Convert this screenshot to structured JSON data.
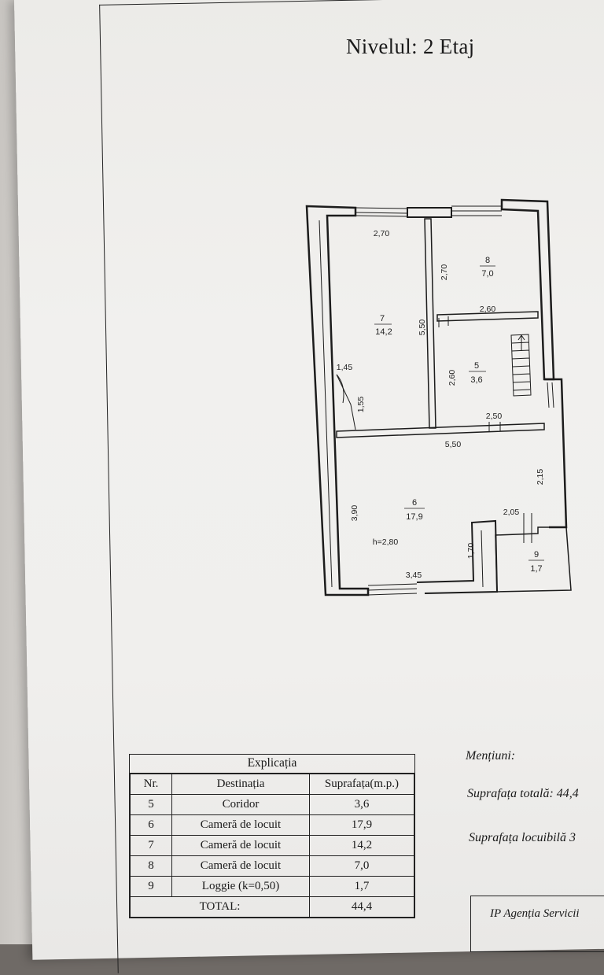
{
  "page": {
    "title": "Nivelul: 2 Etaj"
  },
  "plan": {
    "rooms": [
      {
        "nr": "7",
        "area": "14,2"
      },
      {
        "nr": "8",
        "area": "7,0"
      },
      {
        "nr": "5",
        "area": "3,6"
      },
      {
        "nr": "6",
        "area": "17,9"
      },
      {
        "nr": "9",
        "area": "1,7"
      }
    ],
    "dimensions": {
      "d_270_top": "2,70",
      "d_270_vert": "2,70",
      "d_260_horiz": "2,60",
      "d_550_vert": "5,50",
      "d_145": "1,45",
      "d_155": "1,55",
      "d_260_vert": "2,60",
      "d_250": "2,50",
      "d_550_horiz": "5,50",
      "d_215": "2,15",
      "d_390": "3,90",
      "d_205": "2,05",
      "d_170": "1,70",
      "d_345": "3,45",
      "height": "h=2,80"
    }
  },
  "explicatia": {
    "caption": "Explicația",
    "headers": {
      "nr": "Nr.",
      "dest": "Destinația",
      "supr": "Suprafața(m.p.)"
    },
    "rows": [
      {
        "nr": "5",
        "dest": "Coridor",
        "supr": "3,6"
      },
      {
        "nr": "6",
        "dest": "Cameră de locuit",
        "supr": "17,9"
      },
      {
        "nr": "7",
        "dest": "Cameră de locuit",
        "supr": "14,2"
      },
      {
        "nr": "8",
        "dest": "Cameră de locuit",
        "supr": "7,0"
      },
      {
        "nr": "9",
        "dest": "Loggie (k=0,50)",
        "supr": "1,7"
      }
    ],
    "total_label": "TOTAL:",
    "total_value": "44,4"
  },
  "notes": {
    "mentiuni": "Mențiuni:",
    "suprafata_totala": "Suprafața totală: 44,4",
    "suprafata_locuibila": "Suprafața locuibilă 3",
    "agentia": "IP Agenția Servicii"
  }
}
